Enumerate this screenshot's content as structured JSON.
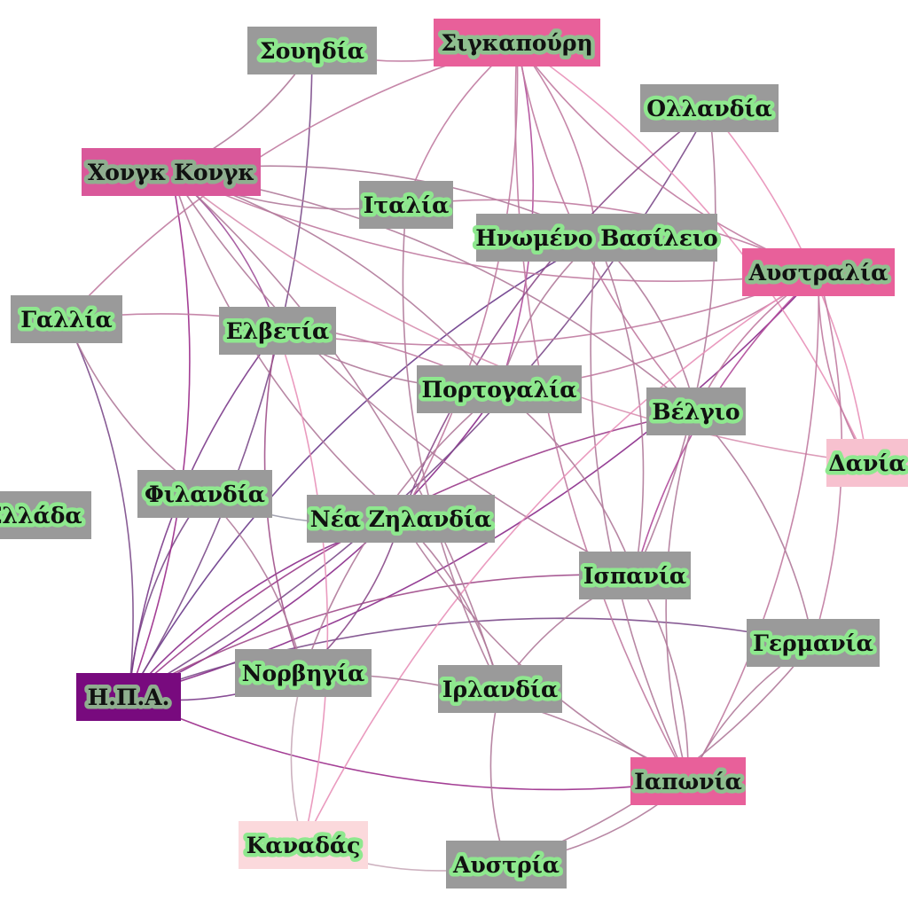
{
  "nodes": [
    {
      "id": "sweden",
      "label": "Σουηδία",
      "fill": "#9a9a9a",
      "halo": "#8ee88e"
    },
    {
      "id": "singapore",
      "label": "Σιγκαπούρη",
      "fill": "#e8609a",
      "halo": "#8fbf8f"
    },
    {
      "id": "netherlands",
      "label": "Ολλανδία",
      "fill": "#9a9a9a",
      "halo": "#8ee88e"
    },
    {
      "id": "hongkong",
      "label": "Χονγκ Κονγκ",
      "fill": "#d9589a",
      "halo": "#8fae8f"
    },
    {
      "id": "italy",
      "label": "Ιταλία",
      "fill": "#9a9a9a",
      "halo": "#8ee88e"
    },
    {
      "id": "uk",
      "label": "Ηνωμένο Βασίλειο",
      "fill": "#9a9a9a",
      "halo": "#8ee88e"
    },
    {
      "id": "australia",
      "label": "Αυστραλία",
      "fill": "#e8609a",
      "halo": "#8fbf8f"
    },
    {
      "id": "france",
      "label": "Γαλλία",
      "fill": "#9a9a9a",
      "halo": "#8ee88e"
    },
    {
      "id": "switzerland",
      "label": "Ελβετία",
      "fill": "#9a9a9a",
      "halo": "#8ee88e"
    },
    {
      "id": "portugal",
      "label": "Πορτογαλία",
      "fill": "#9a9a9a",
      "halo": "#8ee88e"
    },
    {
      "id": "belgium",
      "label": "Βέλγιο",
      "fill": "#9a9a9a",
      "halo": "#8ee88e"
    },
    {
      "id": "denmark",
      "label": "Δανία",
      "fill": "#f7c1cf",
      "halo": "#8ee88e"
    },
    {
      "id": "finland",
      "label": "Φιλανδία",
      "fill": "#9a9a9a",
      "halo": "#8ee88e"
    },
    {
      "id": "greece",
      "label": "Ελλάδα",
      "fill": "#9a9a9a",
      "halo": "#8ee88e"
    },
    {
      "id": "newzealand",
      "label": "Νέα Ζηλανδία",
      "fill": "#9a9a9a",
      "halo": "#8ee88e"
    },
    {
      "id": "spain",
      "label": "Ισπανία",
      "fill": "#9a9a9a",
      "halo": "#8ee88e"
    },
    {
      "id": "germany",
      "label": "Γερμανία",
      "fill": "#9a9a9a",
      "halo": "#8ee88e"
    },
    {
      "id": "usa",
      "label": "Η.Π.Α.",
      "fill": "#780a7e",
      "halo": "#8fae8f"
    },
    {
      "id": "norway",
      "label": "Νορβηγία",
      "fill": "#9a9a9a",
      "halo": "#8ee88e"
    },
    {
      "id": "ireland",
      "label": "Ιρλανδία",
      "fill": "#9a9a9a",
      "halo": "#8ee88e"
    },
    {
      "id": "japan",
      "label": "Ιαπωνία",
      "fill": "#e8609a",
      "halo": "#8fbf8f"
    },
    {
      "id": "canada",
      "label": "Καναδάς",
      "fill": "#fbd9dc",
      "halo": "#8ee88e"
    },
    {
      "id": "austria",
      "label": "Αυστρία",
      "fill": "#9a9a9a",
      "halo": "#8ee88e"
    }
  ],
  "edges": [
    [
      "usa",
      "finland",
      "#7b4a8a"
    ],
    [
      "usa",
      "hongkong",
      "#9a2a8a"
    ],
    [
      "usa",
      "switzerland",
      "#7b3a8a"
    ],
    [
      "usa",
      "norway",
      "#7b3a8a"
    ],
    [
      "usa",
      "newzealand",
      "#8a2a8a"
    ],
    [
      "usa",
      "portugal",
      "#8a2a8a"
    ],
    [
      "usa",
      "uk",
      "#6a3a8a"
    ],
    [
      "usa",
      "australia",
      "#8a2a8a"
    ],
    [
      "usa",
      "germany",
      "#7b4a8a"
    ],
    [
      "usa",
      "japan",
      "#9a2a8a"
    ],
    [
      "usa",
      "belgium",
      "#9a3a8a"
    ],
    [
      "usa",
      "france",
      "#7b4a8a"
    ],
    [
      "usa",
      "spain",
      "#a04a8a"
    ],
    [
      "usa",
      "netherlands",
      "#7b4a8a"
    ],
    [
      "sweden",
      "hongkong",
      "#b07a9a"
    ],
    [
      "sweden",
      "singapore",
      "#c07aa0"
    ],
    [
      "sweden",
      "usa",
      "#7b4a8a"
    ],
    [
      "singapore",
      "italy",
      "#c07aa0"
    ],
    [
      "singapore",
      "uk",
      "#c07aa0"
    ],
    [
      "singapore",
      "australia",
      "#c07aa0"
    ],
    [
      "singapore",
      "portugal",
      "#b04a9a"
    ],
    [
      "singapore",
      "japan",
      "#c07aa0"
    ],
    [
      "singapore",
      "newzealand",
      "#c07aa0"
    ],
    [
      "singapore",
      "france",
      "#c07aa0"
    ],
    [
      "singapore",
      "denmark",
      "#e890b8"
    ],
    [
      "singapore",
      "belgium",
      "#c07aa0"
    ],
    [
      "netherlands",
      "spain",
      "#b07a9a"
    ],
    [
      "netherlands",
      "newzealand",
      "#8a4a8a"
    ],
    [
      "netherlands",
      "denmark",
      "#e890b8"
    ],
    [
      "hongkong",
      "italy",
      "#b07a9a"
    ],
    [
      "hongkong",
      "uk",
      "#b07a9a"
    ],
    [
      "hongkong",
      "australia",
      "#c07aa0"
    ],
    [
      "hongkong",
      "switzerland",
      "#a0509a"
    ],
    [
      "hongkong",
      "newzealand",
      "#b07a9a"
    ],
    [
      "hongkong",
      "ireland",
      "#b07a9a"
    ],
    [
      "hongkong",
      "spain",
      "#b07a9a"
    ],
    [
      "hongkong",
      "belgium",
      "#b07a9a"
    ],
    [
      "hongkong",
      "denmark",
      "#d890b0"
    ],
    [
      "hongkong",
      "portugal",
      "#b07a9a"
    ],
    [
      "italy",
      "ireland",
      "#b07a9a"
    ],
    [
      "italy",
      "australia",
      "#c07aa0"
    ],
    [
      "uk",
      "portugal",
      "#b07a9a"
    ],
    [
      "uk",
      "spain",
      "#b07a9a"
    ],
    [
      "uk",
      "japan",
      "#b07a9a"
    ],
    [
      "uk",
      "belgium",
      "#b07a9a"
    ],
    [
      "australia",
      "belgium",
      "#c07aa0"
    ],
    [
      "australia",
      "japan",
      "#c07aa0"
    ],
    [
      "australia",
      "spain",
      "#b04a9a"
    ],
    [
      "australia",
      "germany",
      "#c07aa0"
    ],
    [
      "australia",
      "denmark",
      "#c07aa0"
    ],
    [
      "australia",
      "portugal",
      "#c07aa0"
    ],
    [
      "australia",
      "canada",
      "#e890b8"
    ],
    [
      "australia",
      "switzerland",
      "#c07aa0"
    ],
    [
      "france",
      "finland",
      "#b07a9a"
    ],
    [
      "france",
      "portugal",
      "#c07aa0"
    ],
    [
      "switzerland",
      "norway",
      "#a0508a"
    ],
    [
      "switzerland",
      "canada",
      "#e890b8"
    ],
    [
      "switzerland",
      "portugal",
      "#b07a9a"
    ],
    [
      "portugal",
      "spain",
      "#b07a9a"
    ],
    [
      "portugal",
      "norway",
      "#b07a9a"
    ],
    [
      "belgium",
      "germany",
      "#b07a9a"
    ],
    [
      "belgium",
      "japan",
      "#b07a9a"
    ],
    [
      "finland",
      "norway",
      "#b07a9a"
    ],
    [
      "finland",
      "newzealand",
      "#9a9aaa"
    ],
    [
      "newzealand",
      "norway",
      "#8a4a8a"
    ],
    [
      "newzealand",
      "japan",
      "#b07a9a"
    ],
    [
      "newzealand",
      "ireland",
      "#b07a9a"
    ],
    [
      "spain",
      "ireland",
      "#b07a9a"
    ],
    [
      "spain",
      "japan",
      "#b07a9a"
    ],
    [
      "germany",
      "japan",
      "#b07a9a"
    ],
    [
      "germany",
      "austria",
      "#b07a9a"
    ],
    [
      "norway",
      "canada",
      "#c8a8b8"
    ],
    [
      "norway",
      "japan",
      "#b07a9a"
    ],
    [
      "ireland",
      "austria",
      "#b07a9a"
    ],
    [
      "japan",
      "austria",
      "#b07a9a"
    ],
    [
      "canada",
      "austria",
      "#c8a8b8"
    ]
  ]
}
